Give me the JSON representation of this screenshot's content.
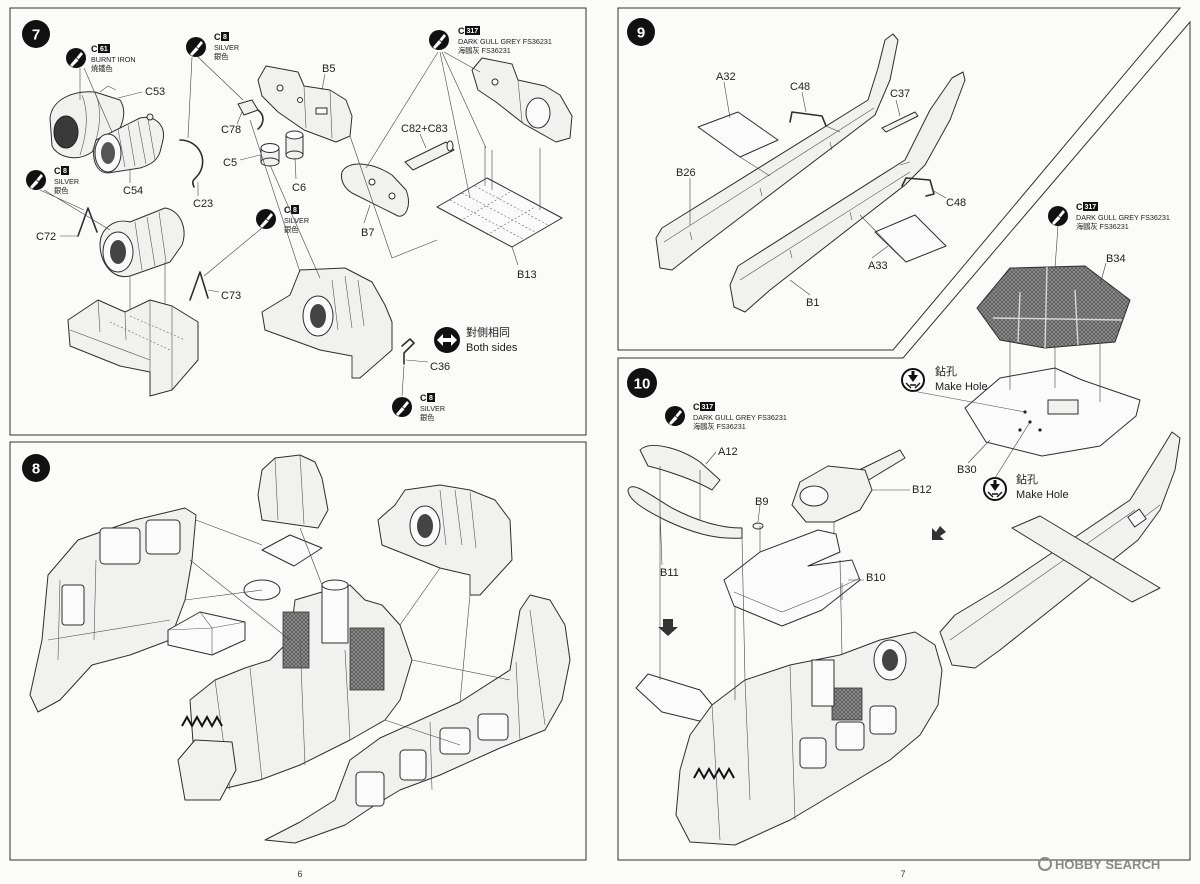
{
  "page_numbers": {
    "left": "6",
    "right": "7"
  },
  "watermark": "HOBBY SEARCH",
  "colors": {
    "ink": "#1e1e1e",
    "paper": "#fbfbfa",
    "badge": "#111111",
    "watermark": "#8a8a8a"
  },
  "paints": {
    "burnt_iron": {
      "code": "C",
      "number": "61",
      "name_en": "BURNT IRON",
      "name_zh": "燒鐵色"
    },
    "silver": {
      "code": "C",
      "number": "8",
      "name_en": "SILVER",
      "name_zh": "銀色"
    },
    "dark_gull_grey": {
      "code": "C",
      "number": "317",
      "name_en": "DARK GULL GREY FS36231",
      "name_zh": "海鷗灰 FS36231"
    }
  },
  "step7": {
    "number": "7",
    "parts": {
      "c53": "C53",
      "c54": "C54",
      "c23": "C23",
      "c78": "C78",
      "c5": "C5",
      "c6": "C6",
      "b5": "B5",
      "c82_c83": "C82+C83",
      "b7": "B7",
      "b13": "B13",
      "c72": "C72",
      "c73": "C73",
      "c36": "C36"
    },
    "both_sides": {
      "zh": "對側相同",
      "en": "Both sides"
    }
  },
  "step8": {
    "number": "8"
  },
  "step9": {
    "number": "9",
    "parts": {
      "a32": "A32",
      "c48_top": "C48",
      "c37": "C37",
      "b26": "B26",
      "c48_bottom": "C48",
      "a33": "A33",
      "b1": "B1"
    }
  },
  "step10": {
    "number": "10",
    "parts": {
      "a12": "A12",
      "b9": "B9",
      "b12": "B12",
      "b11": "B11",
      "b10": "B10",
      "b34": "B34",
      "b30": "B30"
    },
    "make_hole": {
      "zh": "鉆孔",
      "en": "Make Hole"
    }
  }
}
